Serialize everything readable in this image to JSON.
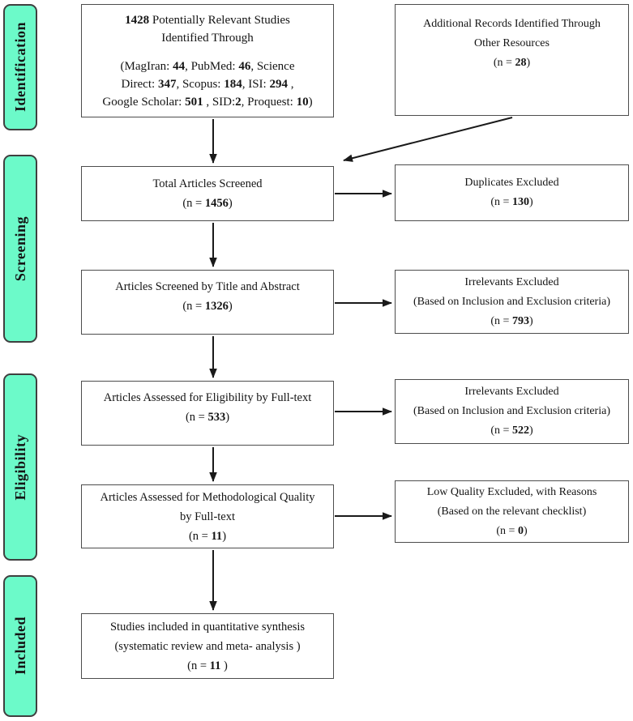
{
  "colors": {
    "stage_fill": "#6CFAC9",
    "stage_border": "#3f3f3f",
    "box_border": "#4d4d4d",
    "arrow": "#1a1a1a",
    "text": "#141414"
  },
  "stages": [
    {
      "label": "Identification"
    },
    {
      "label": "Screening"
    },
    {
      "label": "Eligibility"
    },
    {
      "label": "Included"
    }
  ],
  "boxes": {
    "identified": {
      "lines": [
        [
          {
            "t": "1428",
            "b": true
          },
          {
            "t": " Potentially Relevant Studies"
          }
        ],
        [
          {
            "t": "Identified Through"
          }
        ],
        [],
        [
          {
            "t": "(MagIran: "
          },
          {
            "t": "44",
            "b": true
          },
          {
            "t": ",  PubMed: "
          },
          {
            "t": "46",
            "b": true
          },
          {
            "t": ", Science"
          }
        ],
        [
          {
            "t": "Direct: "
          },
          {
            "t": "347",
            "b": true
          },
          {
            "t": ", Scopus: "
          },
          {
            "t": "184",
            "b": true
          },
          {
            "t": ",  ISI: "
          },
          {
            "t": "294",
            "b": true
          },
          {
            "t": " ,"
          }
        ],
        [
          {
            "t": "Google Scholar: "
          },
          {
            "t": "501",
            "b": true
          },
          {
            "t": " , SID:"
          },
          {
            "t": "2",
            "b": true
          },
          {
            "t": ", Proquest: "
          },
          {
            "t": "10",
            "b": true
          },
          {
            "t": ")"
          }
        ]
      ]
    },
    "additional": {
      "lines": [
        [
          {
            "t": "Additional Records Identified Through"
          }
        ],
        [
          {
            "t": "Other Resources"
          }
        ],
        [
          {
            "t": "(n = "
          },
          {
            "t": "28",
            "b": true
          },
          {
            "t": ")"
          }
        ]
      ]
    },
    "screened": {
      "lines": [
        [
          {
            "t": "Total Articles Screened"
          }
        ],
        [
          {
            "t": "(n = "
          },
          {
            "t": "1456",
            "b": true
          },
          {
            "t": ")"
          }
        ]
      ]
    },
    "duplicates": {
      "lines": [
        [
          {
            "t": "Duplicates Excluded"
          }
        ],
        [
          {
            "t": "(n = "
          },
          {
            "t": "130",
            "b": true
          },
          {
            "t": ")"
          }
        ]
      ]
    },
    "title_abstract": {
      "lines": [
        [
          {
            "t": "Articles Screened by Title and Abstract"
          }
        ],
        [
          {
            "t": "(n = "
          },
          {
            "t": "1326",
            "b": true
          },
          {
            "t": ")"
          }
        ]
      ]
    },
    "irrelevant_793": {
      "lines": [
        [
          {
            "t": "Irrelevants Excluded"
          }
        ],
        [
          {
            "t": "(Based on Inclusion and Exclusion criteria)"
          }
        ],
        [
          {
            "t": "(n = "
          },
          {
            "t": "793",
            "b": true
          },
          {
            "t": ")"
          }
        ]
      ]
    },
    "eligibility_fulltext": {
      "lines": [
        [
          {
            "t": "Articles Assessed for Eligibility by Full-text"
          }
        ],
        [
          {
            "t": "(n = "
          },
          {
            "t": "533",
            "b": true
          },
          {
            "t": ")"
          }
        ]
      ]
    },
    "irrelevant_522": {
      "lines": [
        [
          {
            "t": "Irrelevants Excluded"
          }
        ],
        [
          {
            "t": "(Based on Inclusion and Exclusion criteria)"
          }
        ],
        [
          {
            "t": "(n = "
          },
          {
            "t": "522",
            "b": true
          },
          {
            "t": ")"
          }
        ]
      ]
    },
    "quality": {
      "lines": [
        [
          {
            "t": "Articles Assessed for Methodological Quality"
          }
        ],
        [
          {
            "t": "by Full-text"
          }
        ],
        [
          {
            "t": "(n = "
          },
          {
            "t": "11",
            "b": true
          },
          {
            "t": ")"
          }
        ]
      ]
    },
    "low_quality": {
      "lines": [
        [
          {
            "t": "Low Quality Excluded, with Reasons"
          }
        ],
        [
          {
            "t": "(Based on the relevant checklist)"
          }
        ],
        [
          {
            "t": "(n = "
          },
          {
            "t": "0",
            "b": true
          },
          {
            "t": ")"
          }
        ]
      ]
    },
    "included_synthesis": {
      "lines": [
        [
          {
            "t": "Studies included in quantitative synthesis"
          }
        ],
        [
          {
            "t": "(systematic review and meta- analysis )"
          }
        ],
        [
          {
            "t": "(n = "
          },
          {
            "t": "11",
            "b": true
          },
          {
            "t": " )"
          }
        ]
      ]
    }
  }
}
